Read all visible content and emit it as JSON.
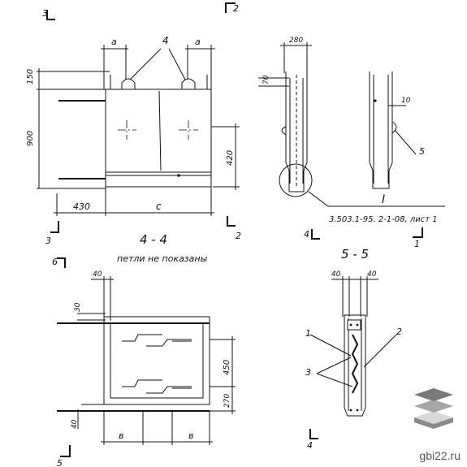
{
  "labels": {
    "section_3": "3",
    "section_2": "2",
    "section_4": "4",
    "section_1": "1",
    "section_5": "5",
    "section_6": "6",
    "dim_a": "a",
    "dim_c": "c",
    "dim_b": "в",
    "dim_150": "150",
    "dim_900": "900",
    "dim_420": "420",
    "dim_430": "430",
    "dim_280": "280",
    "dim_70": "70",
    "dim_10": "10",
    "dim_40": "40",
    "dim_30": "30",
    "dim_450": "450",
    "dim_270": "270",
    "callout_4": "4",
    "callout_5": "5",
    "callout_1": "1",
    "callout_2": "2",
    "callout_3": "3",
    "node_I": "I",
    "reference": "3.503.1-95. 2-1-08, лист 1",
    "view_4_4": "4 - 4",
    "note_4_4": "петли не показаны",
    "view_5_5": "5 - 5"
  },
  "watermark": {
    "text": "gbi22.ru",
    "colors": [
      "#d9d9d9",
      "#a6a6a6",
      "#7a7a7a"
    ]
  }
}
